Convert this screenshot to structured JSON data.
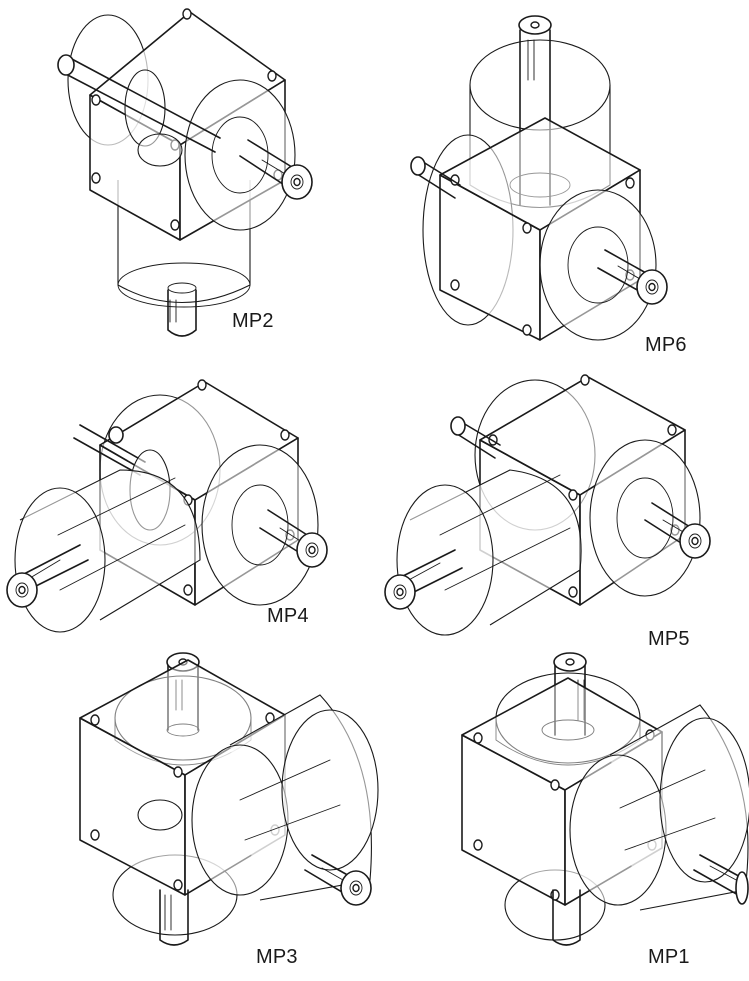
{
  "figure": {
    "variants": [
      {
        "id": "mp2",
        "label": "MP2"
      },
      {
        "id": "mp6",
        "label": "MP6"
      },
      {
        "id": "mp4",
        "label": "MP4"
      },
      {
        "id": "mp5",
        "label": "MP5"
      },
      {
        "id": "mp3",
        "label": "MP3"
      },
      {
        "id": "mp1",
        "label": "MP1"
      }
    ]
  }
}
